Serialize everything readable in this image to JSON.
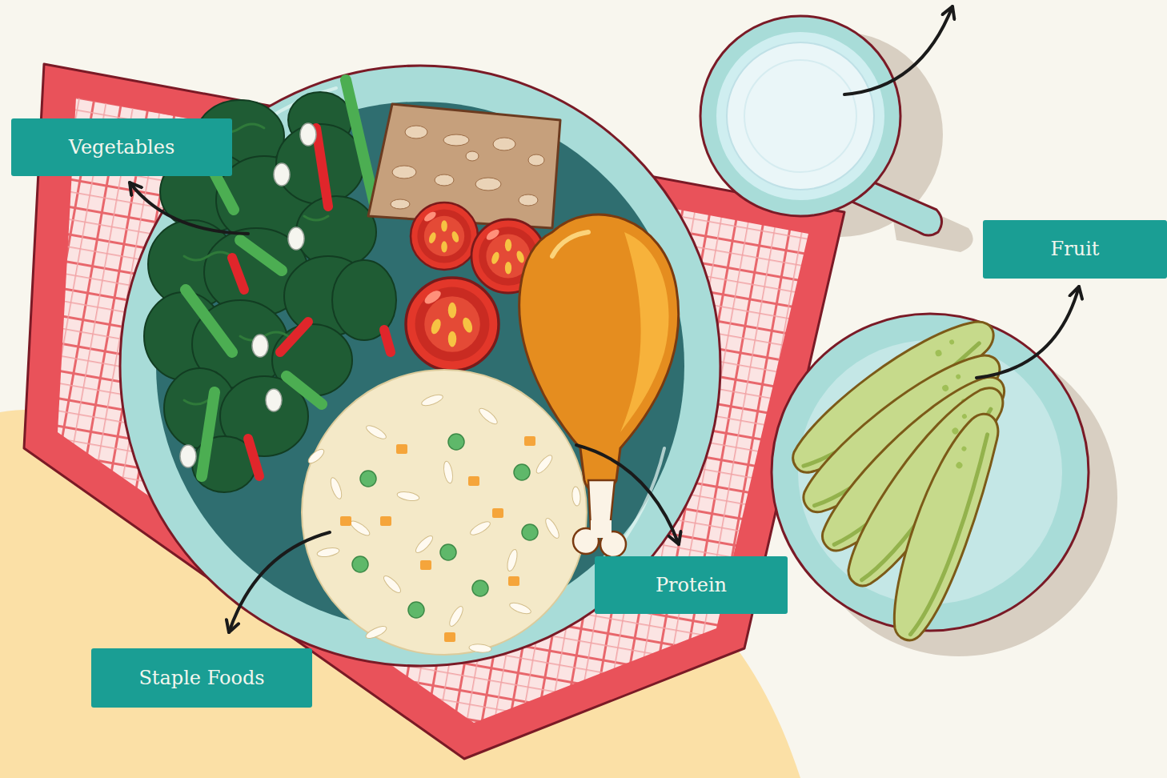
{
  "diagram": {
    "nodes": [
      {
        "text": [
          "Vegetables"
        ]
      },
      {
        "text": [
          "Fruit"
        ]
      },
      {
        "text": [
          "Protein"
        ]
      },
      {
        "text": [
          "Staple Foods"
        ]
      }
    ]
  }
}
